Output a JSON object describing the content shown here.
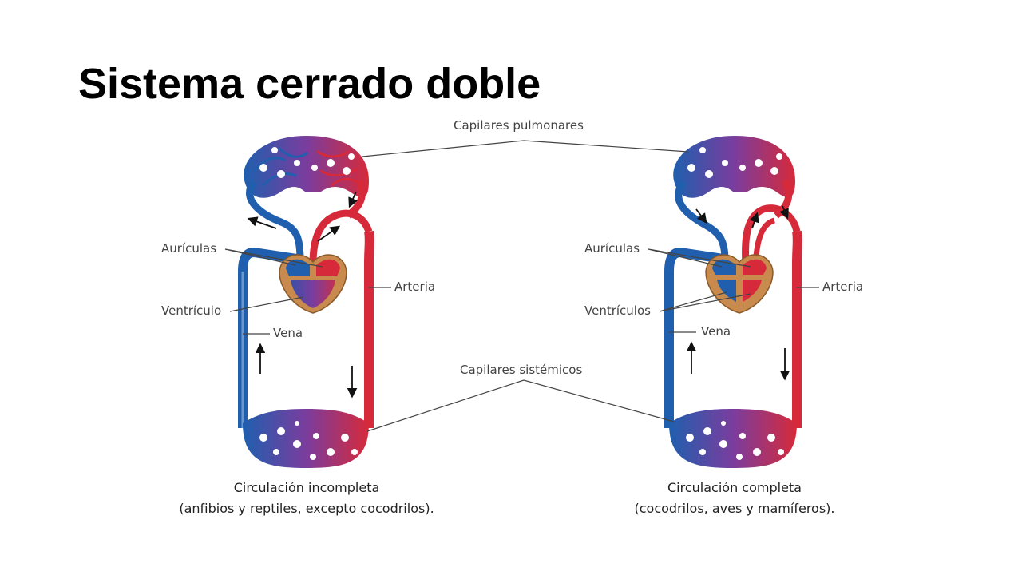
{
  "title": "Sistema cerrado doble",
  "labels": {
    "pulmonary_capillaries": "Capilares pulmonares",
    "systemic_capillaries": "Capilares sistémicos",
    "left": {
      "atria": "Aurículas",
      "ventricle": "Ventrículo",
      "artery": "Arteria",
      "vein": "Vena",
      "caption_line1": "Circulación incompleta",
      "caption_line2": "(anfibios y reptiles, excepto cocodrilos)."
    },
    "right": {
      "atria": "Aurículas",
      "ventricles": "Ventrículos",
      "artery": "Arteria",
      "vein": "Vena",
      "caption_line1": "Circulación completa",
      "caption_line2": "(cocodrilos, aves y mamíferos)."
    }
  },
  "colors": {
    "venous_blue": "#1f5fae",
    "arterial_red": "#d62a3a",
    "heart_wall": "#c98a4e",
    "mixed_purple": "#7a3d9e",
    "title_text": "#000000"
  }
}
